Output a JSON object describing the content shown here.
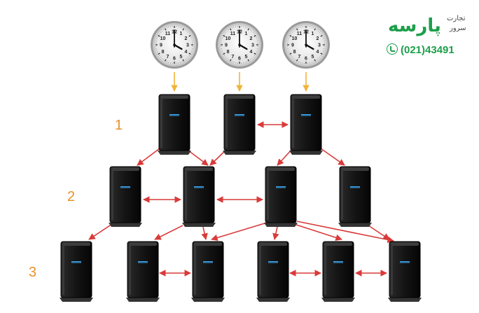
{
  "levels": [
    "1",
    "2",
    "3"
  ],
  "logo": {
    "brand": "پارسه",
    "tagline1": "تجارت",
    "tagline2": "سرور",
    "phone": "(021)43491"
  },
  "colors": {
    "reference_arrow": "#f0b43a",
    "sync_arrow": "#d93a3a",
    "level_label": "#e8902a",
    "brand": "#1d9f4b",
    "server_body": "#1b1b1b",
    "server_led": "#3aa0e8"
  },
  "icons": [
    "clock-icon",
    "server-icon",
    "phone-icon"
  ],
  "clock_time": "4:00"
}
